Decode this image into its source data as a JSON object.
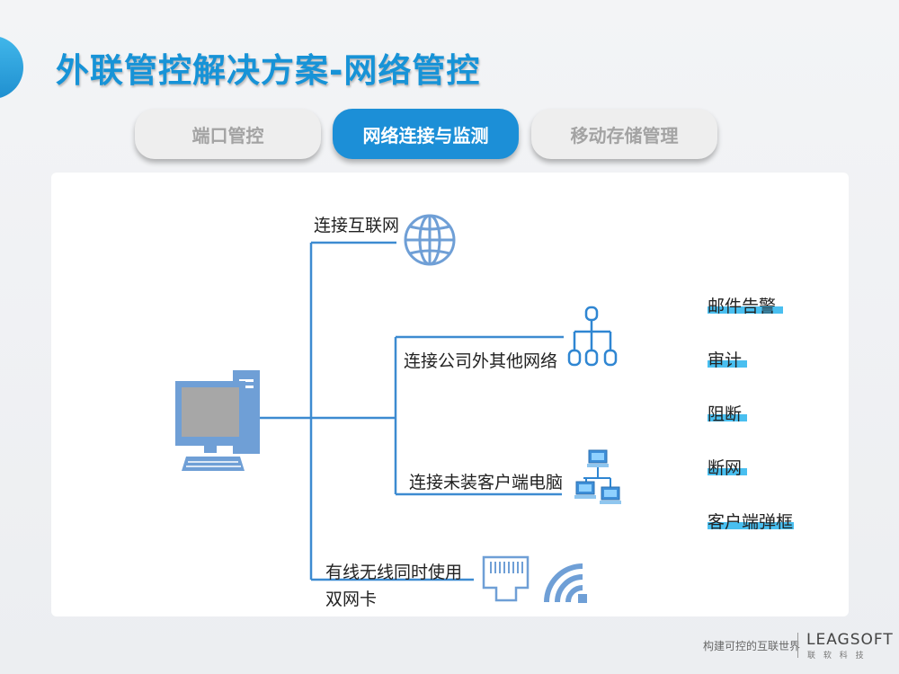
{
  "header": {
    "title": "外联管控解决方案-网络管控"
  },
  "tabs": [
    {
      "label": "端口管控",
      "active": false
    },
    {
      "label": "网络连接与监测",
      "active": true
    },
    {
      "label": "移动存储管理",
      "active": false
    }
  ],
  "diagram": {
    "branches": {
      "internet": "连接互联网",
      "other_network": "连接公司外其他网络",
      "unmanaged_pc": "连接未装客户端电脑",
      "dual_nic_line1": "有线无线同时使用",
      "dual_nic_line2": "双网卡"
    },
    "actions": [
      "邮件告警",
      "审计",
      "阻断",
      "断网",
      "客户端弹框"
    ],
    "icons": [
      "computer-icon",
      "globe-icon",
      "network-topology-icon",
      "networked-computers-icon",
      "ethernet-port-icon",
      "wifi-icon"
    ]
  },
  "footer": {
    "slogan": "构建可控的互联世界",
    "logo": "LEAGSOFT",
    "logo_sub": "联 软 科 技"
  },
  "colors": {
    "brand": "#1793d7",
    "line": "#3d8bd1",
    "icon": "#6f9fd6",
    "highlight": "#49bff0"
  }
}
